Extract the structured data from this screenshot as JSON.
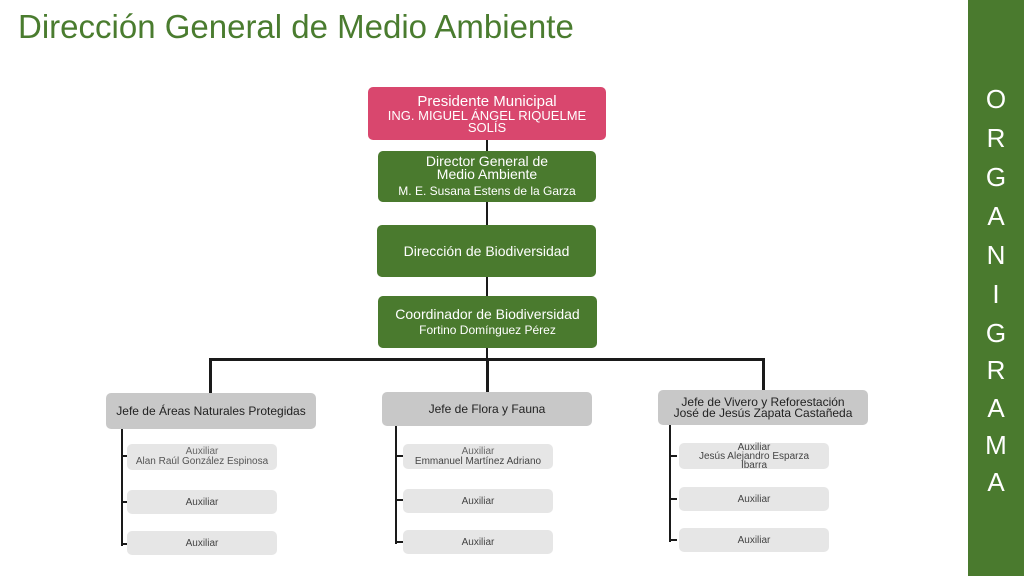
{
  "title": "Dirección General de Medio Ambiente",
  "sidebar_word": [
    "O",
    "R",
    "G",
    "A",
    "N",
    "I",
    "G",
    "R",
    "A",
    "M",
    "A"
  ],
  "presidente": {
    "role": "Presidente Municipal",
    "name": "ING. MIGUEL ÁNGEL RIQUELME SOLÍS"
  },
  "director": {
    "role": "Director General de Medio Ambiente",
    "name": "M. E. Susana Estens de la Garza"
  },
  "direccion": {
    "role": "Dirección de Biodiversidad"
  },
  "coordinador": {
    "role": "Coordinador de Biodiversidad",
    "name": "Fortino Domínguez Pérez"
  },
  "jefes": [
    {
      "role": "Jefe de Áreas Naturales Protegidas",
      "name": "",
      "auxiliares": [
        {
          "role": "Auxiliar",
          "name": "Alan Raúl González Espinosa"
        },
        {
          "role": "Auxiliar",
          "name": ""
        },
        {
          "role": "Auxiliar",
          "name": ""
        }
      ]
    },
    {
      "role": "Jefe de Flora y Fauna",
      "name": "",
      "auxiliares": [
        {
          "role": "Auxiliar",
          "name": "Emmanuel Martínez Adriano"
        },
        {
          "role": "Auxiliar",
          "name": ""
        },
        {
          "role": "Auxiliar",
          "name": ""
        }
      ]
    },
    {
      "role": "Jefe de Vivero y Reforestación",
      "name": "José de Jesús Zapata Castañeda",
      "auxiliares": [
        {
          "role": "Auxiliar",
          "name": "Jesús Alejandro Esparza Ibarra"
        },
        {
          "role": "Auxiliar",
          "name": ""
        },
        {
          "role": "Auxiliar",
          "name": ""
        }
      ]
    }
  ]
}
